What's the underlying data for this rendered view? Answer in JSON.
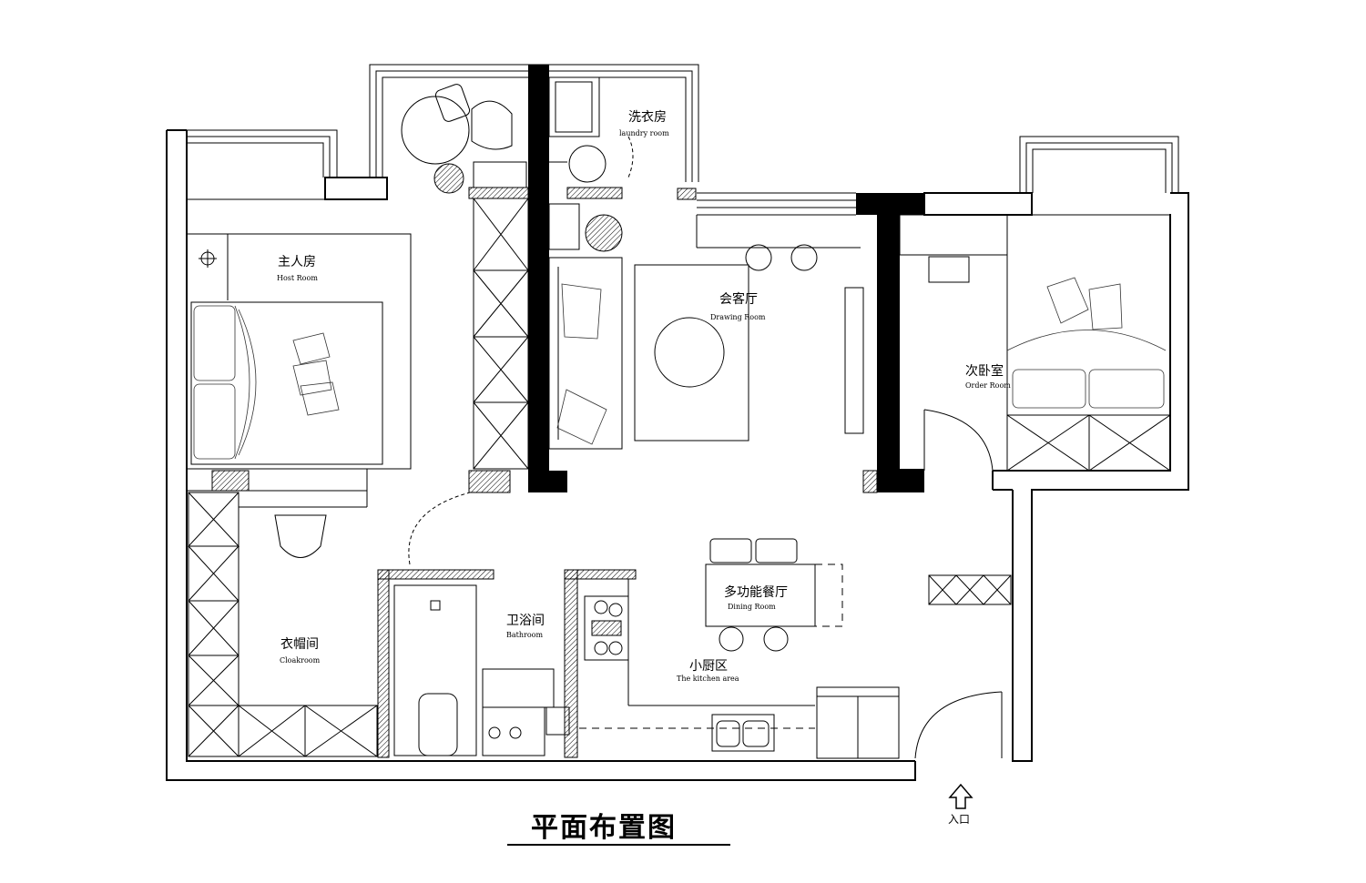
{
  "plan": {
    "title": "平面布置图",
    "entrance": "入口",
    "rooms": {
      "master": {
        "cn": "主人房",
        "en": "Host Room"
      },
      "laundry": {
        "cn": "洗衣房",
        "en": "laundry room"
      },
      "drawing": {
        "cn": "会客厅",
        "en": "Drawing Room"
      },
      "second": {
        "cn": "次卧室",
        "en": "Order Room"
      },
      "dining": {
        "cn": "多功能餐厅",
        "en": "Dining Room"
      },
      "bath": {
        "cn": "卫浴间",
        "en": "Bathroom"
      },
      "kitchen": {
        "cn": "小厨区",
        "en": "The kitchen area"
      },
      "cloak": {
        "cn": "衣帽间",
        "en": "Cloakroom"
      }
    }
  }
}
